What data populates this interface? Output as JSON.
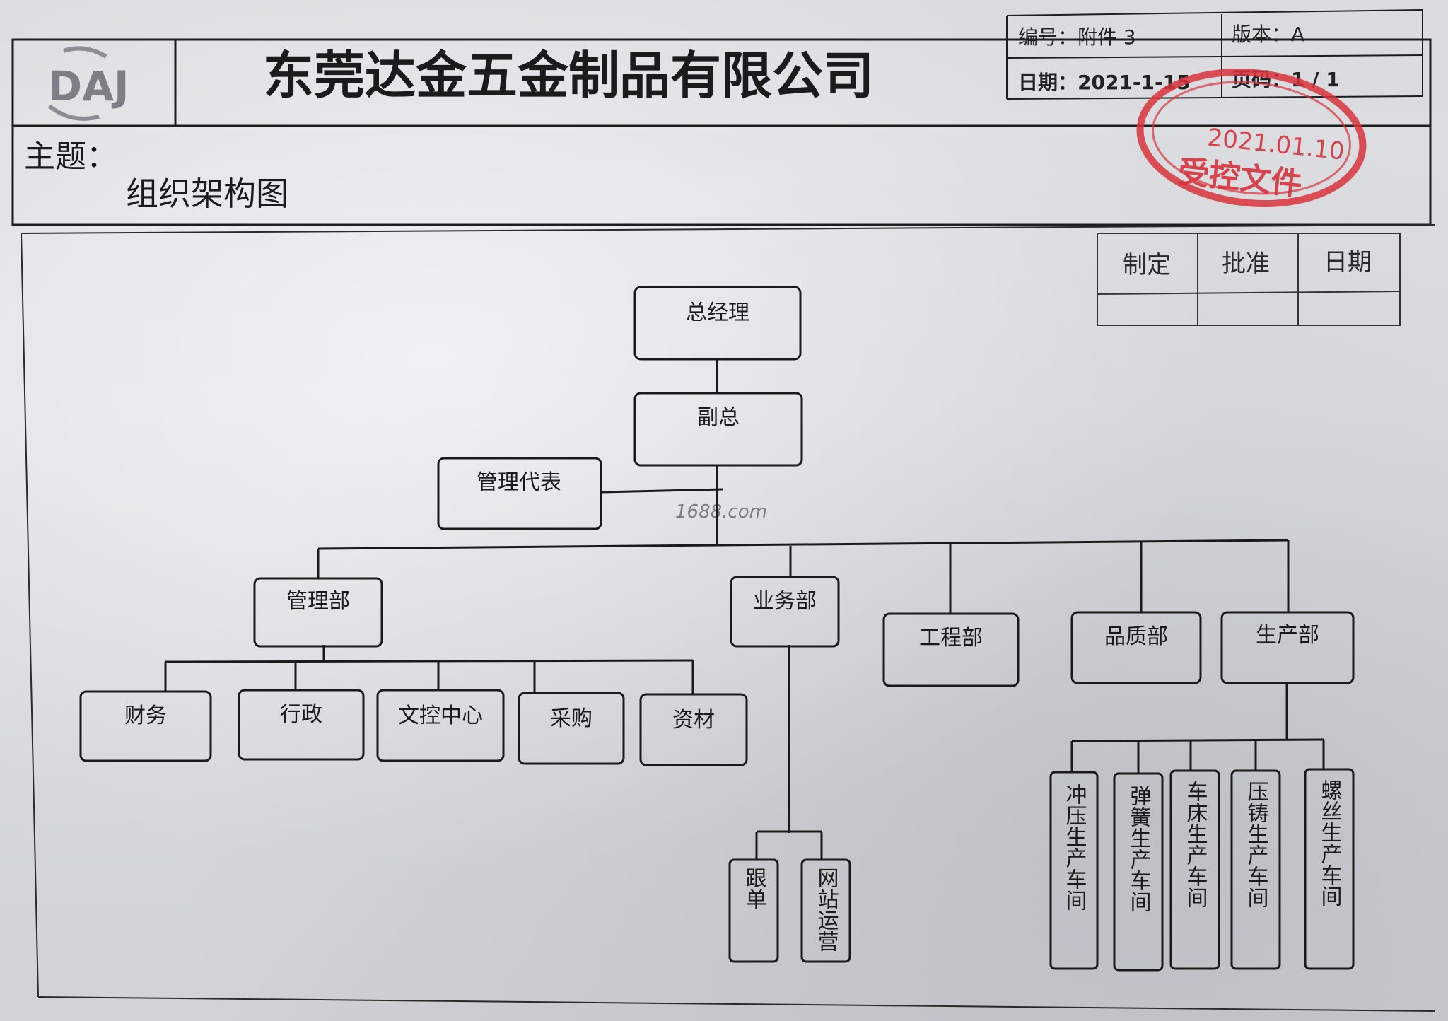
{
  "header": {
    "company": "东莞达金五金制品有限公司",
    "logo_text": "DAJ",
    "doc_no": "编号：附件 3",
    "version": "版本：A",
    "date": "日期：2021-1-15",
    "page": "页码：1 / 1",
    "subject_label": "主题：",
    "subject": "组织架构图"
  },
  "approval": {
    "cols": [
      "制定",
      "批准",
      "日期"
    ]
  },
  "stamp": {
    "date": "2021.01.10",
    "label": "受控文件",
    "color": "#d8323c"
  },
  "watermark": "1688.com",
  "org": {
    "ceo": "总经理",
    "vp": "副总",
    "rep": "管理代表",
    "departments": {
      "admin": "管理部",
      "sales": "业务部",
      "engineering": "工程部",
      "quality": "品质部",
      "production": "生产部"
    },
    "admin_units": [
      "财务",
      "行政",
      "文控中心",
      "采购",
      "资材"
    ],
    "sales_units": [
      "跟单",
      "网站运营"
    ],
    "production_units": [
      "冲压生产车间",
      "弹簧生产车间",
      "车床生产车间",
      "压铸生产车间",
      "螺丝生产车间"
    ]
  }
}
